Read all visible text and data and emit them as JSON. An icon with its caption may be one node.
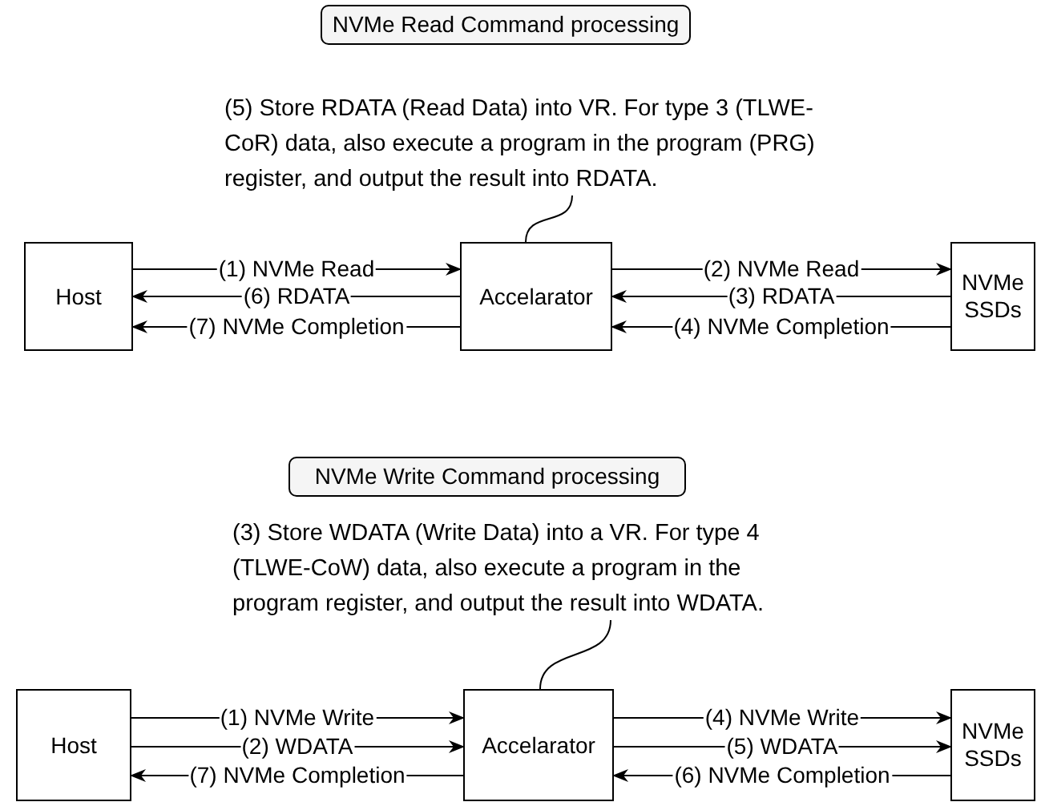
{
  "diagram": {
    "nodes": [
      {
        "text": [
          "NVMe Read Command processing"
        ]
      },
      {
        "text": [
          "(5) Store RDATA (Read Data) into VR. For type 3 (TLWE-CoR) data, also execute a program in the program (PRG) register, and output the result into RDATA."
        ]
      },
      {
        "text": [
          "Host"
        ]
      },
      {
        "text": [
          "Accelarator"
        ]
      },
      {
        "text": [
          "NVMe SSDs"
        ]
      },
      {
        "text": [
          "NVMe Write Command processing"
        ]
      },
      {
        "text": [
          "(3) Store WDATA (Write Data) into a VR. For type 4 (TLWE-CoW) data, also execute a program in the program register, and output the result into WDATA."
        ]
      },
      {
        "text": [
          "Host"
        ]
      },
      {
        "text": [
          "Accelarator"
        ]
      },
      {
        "text": [
          "NVMe SSDs"
        ]
      }
    ],
    "edges": [
      {
        "from": 1,
        "to": 3,
        "arrow": "none"
      },
      {
        "from": 2,
        "to": 3,
        "arrow": "to",
        "label": "(1) NVMe Read"
      },
      {
        "from": 3,
        "to": 2,
        "arrow": "to",
        "label": "(6) RDATA"
      },
      {
        "from": 3,
        "to": 2,
        "arrow": "to",
        "label": "(7) NVMe Completion"
      },
      {
        "from": 3,
        "to": 4,
        "arrow": "to",
        "label": "(2) NVMe Read"
      },
      {
        "from": 4,
        "to": 3,
        "arrow": "to",
        "label": "(3) RDATA"
      },
      {
        "from": 4,
        "to": 3,
        "arrow": "to",
        "label": "(4) NVMe Completion"
      },
      {
        "from": 6,
        "to": 8,
        "arrow": "none"
      },
      {
        "from": 7,
        "to": 8,
        "arrow": "to",
        "label": "(1) NVMe Write"
      },
      {
        "from": 7,
        "to": 8,
        "arrow": "to",
        "label": "(2) WDATA"
      },
      {
        "from": 8,
        "to": 7,
        "arrow": "to",
        "label": "(7) NVMe Completion"
      },
      {
        "from": 8,
        "to": 9,
        "arrow": "to",
        "label": "(4) NVMe Write"
      },
      {
        "from": 8,
        "to": 9,
        "arrow": "to",
        "label": "(5) WDATA"
      },
      {
        "from": 9,
        "to": 8,
        "arrow": "to",
        "label": "(6) NVMe Completion"
      }
    ]
  }
}
